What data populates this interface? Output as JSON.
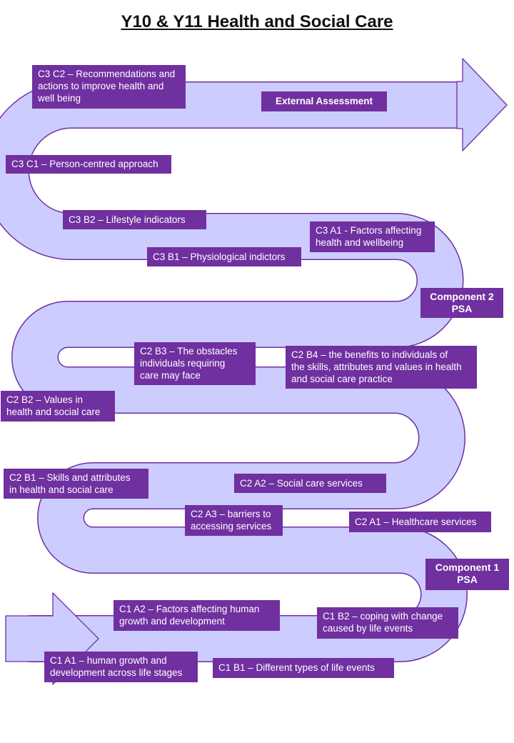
{
  "title": "Y10 & Y11 Health and Social Care",
  "colors": {
    "road_fill": "#CCCCFF",
    "road_stroke": "#7030A0",
    "box_fill": "#7030A0",
    "box_text": "#FFFFFF"
  },
  "labels": {
    "c3c2": [
      "C3 C2 – Recommendations and",
      "actions to improve health and",
      "well being"
    ],
    "external": "External Assessment",
    "c3c1": "C3 C1 – Person-centred approach",
    "c3b2": "C3 B2 – Lifestyle indicators",
    "c3a1": [
      "C3 A1 - Factors affecting",
      "health and wellbeing"
    ],
    "c3b1": "C3 B1 – Physiological indictors",
    "comp2": [
      "Component 2",
      "PSA"
    ],
    "c2b3": [
      "C2 B3 – The obstacles",
      "individuals requiring",
      "care may face"
    ],
    "c2b4": [
      "C2 B4 – the benefits to individuals of",
      "the skills, attributes and values in health",
      "and social care practice"
    ],
    "c2b2": [
      "C2 B2 – Values in",
      "health and social care"
    ],
    "c2b1": [
      "C2 B1 – Skills and attributes",
      "in health and social care"
    ],
    "c2a2": "C2 A2 – Social care services",
    "c2a3": [
      "C2 A3 – barriers to",
      "accessing services"
    ],
    "c2a1": "C2 A1 – Healthcare services",
    "comp1": [
      "Component 1",
      "PSA"
    ],
    "c1a2": [
      "C1 A2 – Factors affecting human",
      "growth and development"
    ],
    "c1b2": [
      "C1 B2 – coping with change",
      "caused by life events"
    ],
    "c1a1": [
      "C1 A1 – human growth and",
      "development across life stages"
    ],
    "c1b1": "C1 B1 – Different types of life events"
  }
}
